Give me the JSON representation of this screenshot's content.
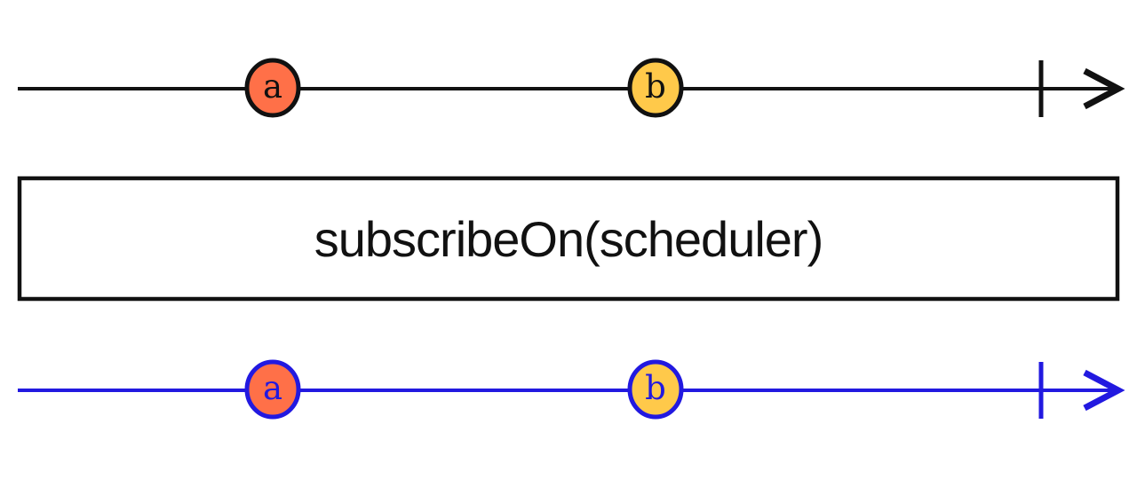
{
  "colors": {
    "ink": "#111111",
    "result_blue": "#2219E0",
    "marble_a_fill": "#FF7048",
    "marble_b_fill": "#FFC94A",
    "background": "#FFFFFF"
  },
  "operator_box": {
    "label": "subscribeOn(scheduler)"
  },
  "source_stream": {
    "marbles": [
      {
        "label": "a"
      },
      {
        "label": "b"
      }
    ]
  },
  "result_stream": {
    "marbles": [
      {
        "label": "a"
      },
      {
        "label": "b"
      }
    ]
  }
}
